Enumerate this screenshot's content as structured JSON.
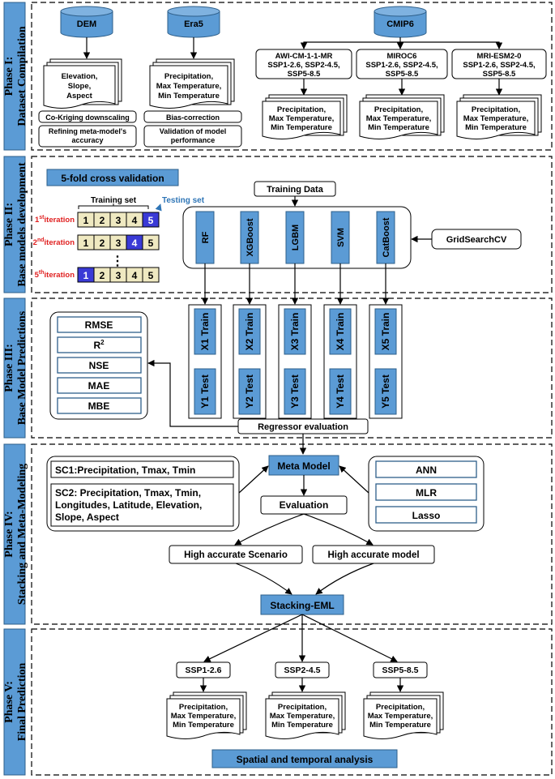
{
  "phases": {
    "p1": [
      "Phase I:",
      "Dataset Compilation"
    ],
    "p2": [
      "Phase II:",
      "Base models development"
    ],
    "p3": [
      "Phase III:",
      "Base Model Predictions"
    ],
    "p4": [
      "Phase IV:",
      "Stacking and Meta-Modeling"
    ],
    "p5": [
      "Phase V:",
      "Final Prediction"
    ]
  },
  "p1": {
    "dem": "DEM",
    "era5": "Era5",
    "cmip6": "CMIP6",
    "dem_docs": [
      "Elevation,",
      "Slope,",
      "Aspect"
    ],
    "era5_docs": [
      "Precipitation,",
      "Max Temperature,",
      "Min Temperature"
    ],
    "dem_steps": [
      "Co-Kriging downscaling",
      "Refining meta-model's",
      "accuracy"
    ],
    "era5_steps": [
      "Bias-correction",
      "Validation of model",
      "performance"
    ],
    "models": [
      [
        "AWI-CM-1-1-MR",
        "SSP1-2.6, SSP2-4.5,",
        "SSP5-8.5"
      ],
      [
        "MIROC6",
        "SSP1-2.6, SSP2-4.5,",
        "SSP5-8.5"
      ],
      [
        "MRI-ESM2-0",
        "SSP1-2.6, SSP2-4.5,",
        "SSP5-8.5"
      ]
    ],
    "model_docs": [
      "Precipitation,",
      "Max Temperature,",
      "Min Temperature"
    ]
  },
  "p2": {
    "cv_title": "5-fold cross validation",
    "training_set": "Training set",
    "testing_set": "Testing set",
    "iterations": [
      {
        "num": "1",
        "sup": "st",
        "word": "iteration"
      },
      {
        "num": "2",
        "sup": "nd",
        "word": "iteration"
      },
      {
        "num": "5",
        "sup": "th",
        "word": "iteration"
      }
    ],
    "folds": [
      "1",
      "2",
      "3",
      "4",
      "5"
    ],
    "dots": "⋮",
    "training_data": "Training Data",
    "models": [
      "RF",
      "XGBoost",
      "LGBM",
      "SVM",
      "CatBoost"
    ],
    "gridsearch": "GridSearchCV"
  },
  "p3": {
    "metrics": [
      "RMSE",
      "R",
      "NSE",
      "MAE",
      "MBE"
    ],
    "r2_sup": "2",
    "train": [
      "X1 Train",
      "X2 Train",
      "X3 Train",
      "X4 Train",
      "X5 Train"
    ],
    "test": [
      "Y1 Test",
      "Y2 Test",
      "Y3 Test",
      "Y4 Test",
      "Y5 Test"
    ],
    "evaluator": "Regressor evaluation"
  },
  "p4": {
    "sc1": "SC1:Precipitation, Tmax, Tmin",
    "sc2": [
      "SC2: Precipitation, Tmax, Tmin,",
      "Longitudes, Latitude, Elevation,",
      "Slope, Aspect"
    ],
    "meta": "Meta Model",
    "meta_models": [
      "ANN",
      "MLR",
      "Lasso"
    ],
    "evaluation": "Evaluation",
    "scenario": "High accurate Scenario",
    "model": "High accurate model",
    "stacking": "Stacking-EML"
  },
  "p5": {
    "ssps": [
      "SSP1-2.6",
      "SSP2-4.5",
      "SSP5-8.5"
    ],
    "docs": [
      "Precipitation,",
      "Max Temperature,",
      "Min Temperature"
    ],
    "analysis": "Spatial and temporal analysis"
  },
  "colors": {
    "blue": "#5b9bd5",
    "blue_stroke": "#2e5f8a",
    "cream": "#efe9c1",
    "navy": "#3a3ad6",
    "red": "#e02020",
    "light_blue_text": "#2e75b6"
  }
}
